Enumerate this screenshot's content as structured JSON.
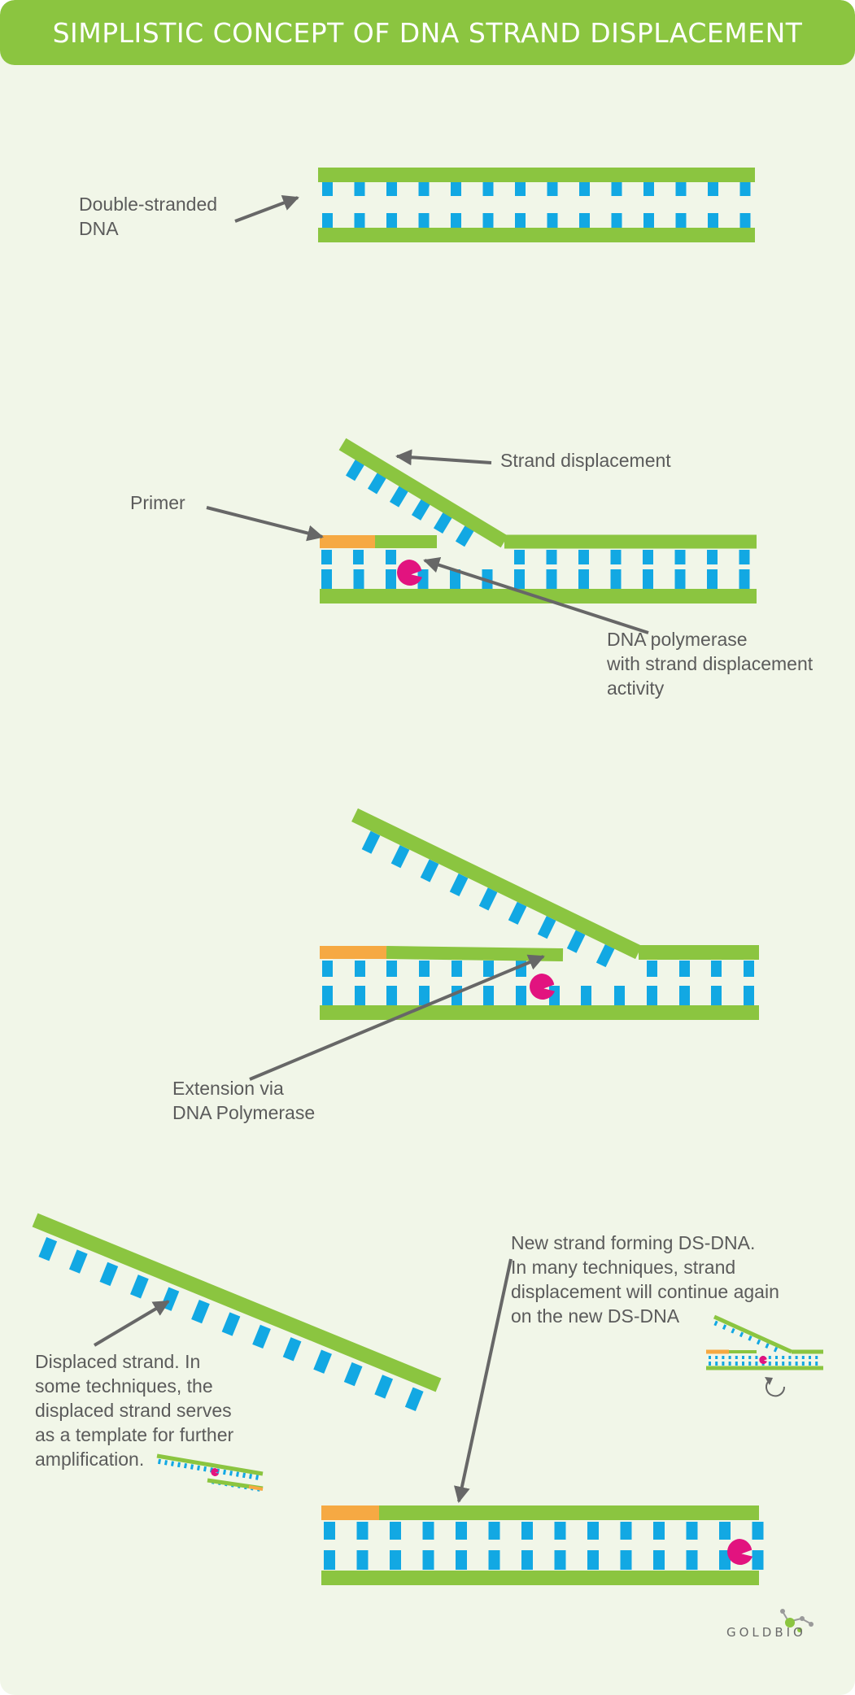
{
  "title": "SIMPLISTIC CONCEPT OF DNA STRAND DISPLACEMENT",
  "labels": {
    "double_stranded": "Double-stranded\nDNA",
    "strand_displacement": "Strand displacement",
    "primer": "Primer",
    "dna_polymerase": "DNA polymerase\nwith strand displacement\nactivity",
    "extension": "Extension via\nDNA Polymerase",
    "new_strand": "New strand forming DS-DNA.\nIn many techniques, strand\ndisplacement will continue again\non the new DS-DNA",
    "displaced_strand": "Displaced strand. In\nsome techniques, the\ndisplaced strand serves\nas a template for further\namplification."
  },
  "logo": "GOLDBIO",
  "colors": {
    "backbone": "#8bc540",
    "base": "#12a8e3",
    "primer": "#f6a943",
    "polymerase": "#e2137f",
    "arrow": "#676767",
    "background": "#f1f6e8",
    "text": "#5b5b5b"
  },
  "icons": [
    "refresh-icon",
    "goldbio-logo-icon"
  ]
}
